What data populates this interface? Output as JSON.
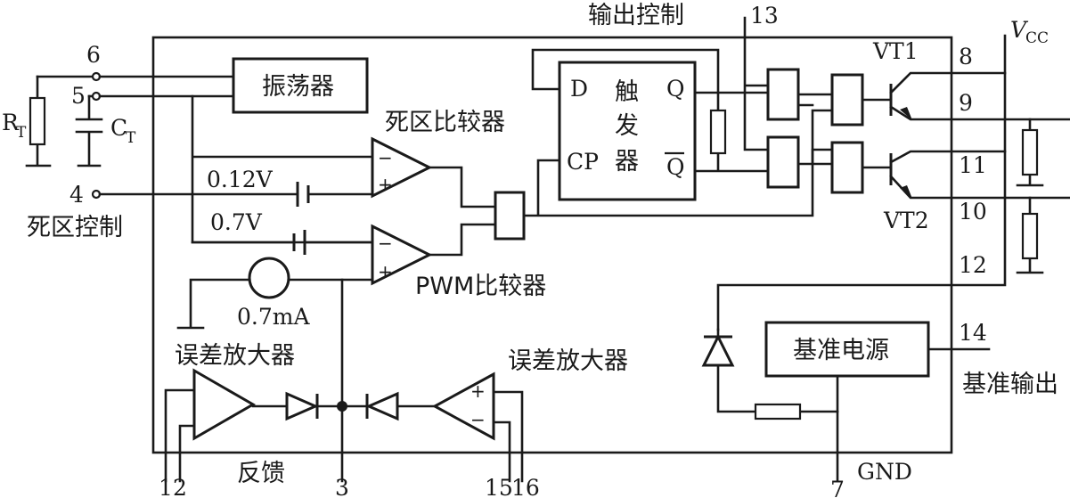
{
  "labels": {
    "output_control": "输出控制",
    "oscillator": "振荡器",
    "deadzone_comparator": "死区比较器",
    "pwm_comparator": "PWM比较器",
    "error_amp_left": "误差放大器",
    "error_amp_right": "误差放大器",
    "deadzone_control": "死区控制",
    "reference_source": "基准电源",
    "reference_output": "基准输出",
    "feedback": "反馈",
    "gnd": "GND",
    "current_source": "0.7mA",
    "v012": "0.12V",
    "v07": "0.7V",
    "vt1": "VT1",
    "vt2": "VT2",
    "rt_main": "R",
    "rt_sub": "T",
    "ct_main": "C",
    "ct_sub": "T",
    "vcc_main": "V",
    "vcc_sub": "CC"
  },
  "flipflop": {
    "d": "D",
    "cp": "CP",
    "q": "Q",
    "qbar": "Q",
    "name_1": "触",
    "name_2": "发",
    "name_3": "器"
  },
  "signs": {
    "minus": "−",
    "plus": "+"
  },
  "pins": {
    "p1": "1",
    "p2": "2",
    "p3": "3",
    "p4": "4",
    "p5": "5",
    "p6": "6",
    "p7": "7",
    "p8": "8",
    "p9": "9",
    "p10": "10",
    "p11": "11",
    "p12": "12",
    "p13": "13",
    "p14": "14",
    "p15": "15",
    "p16": "16"
  }
}
